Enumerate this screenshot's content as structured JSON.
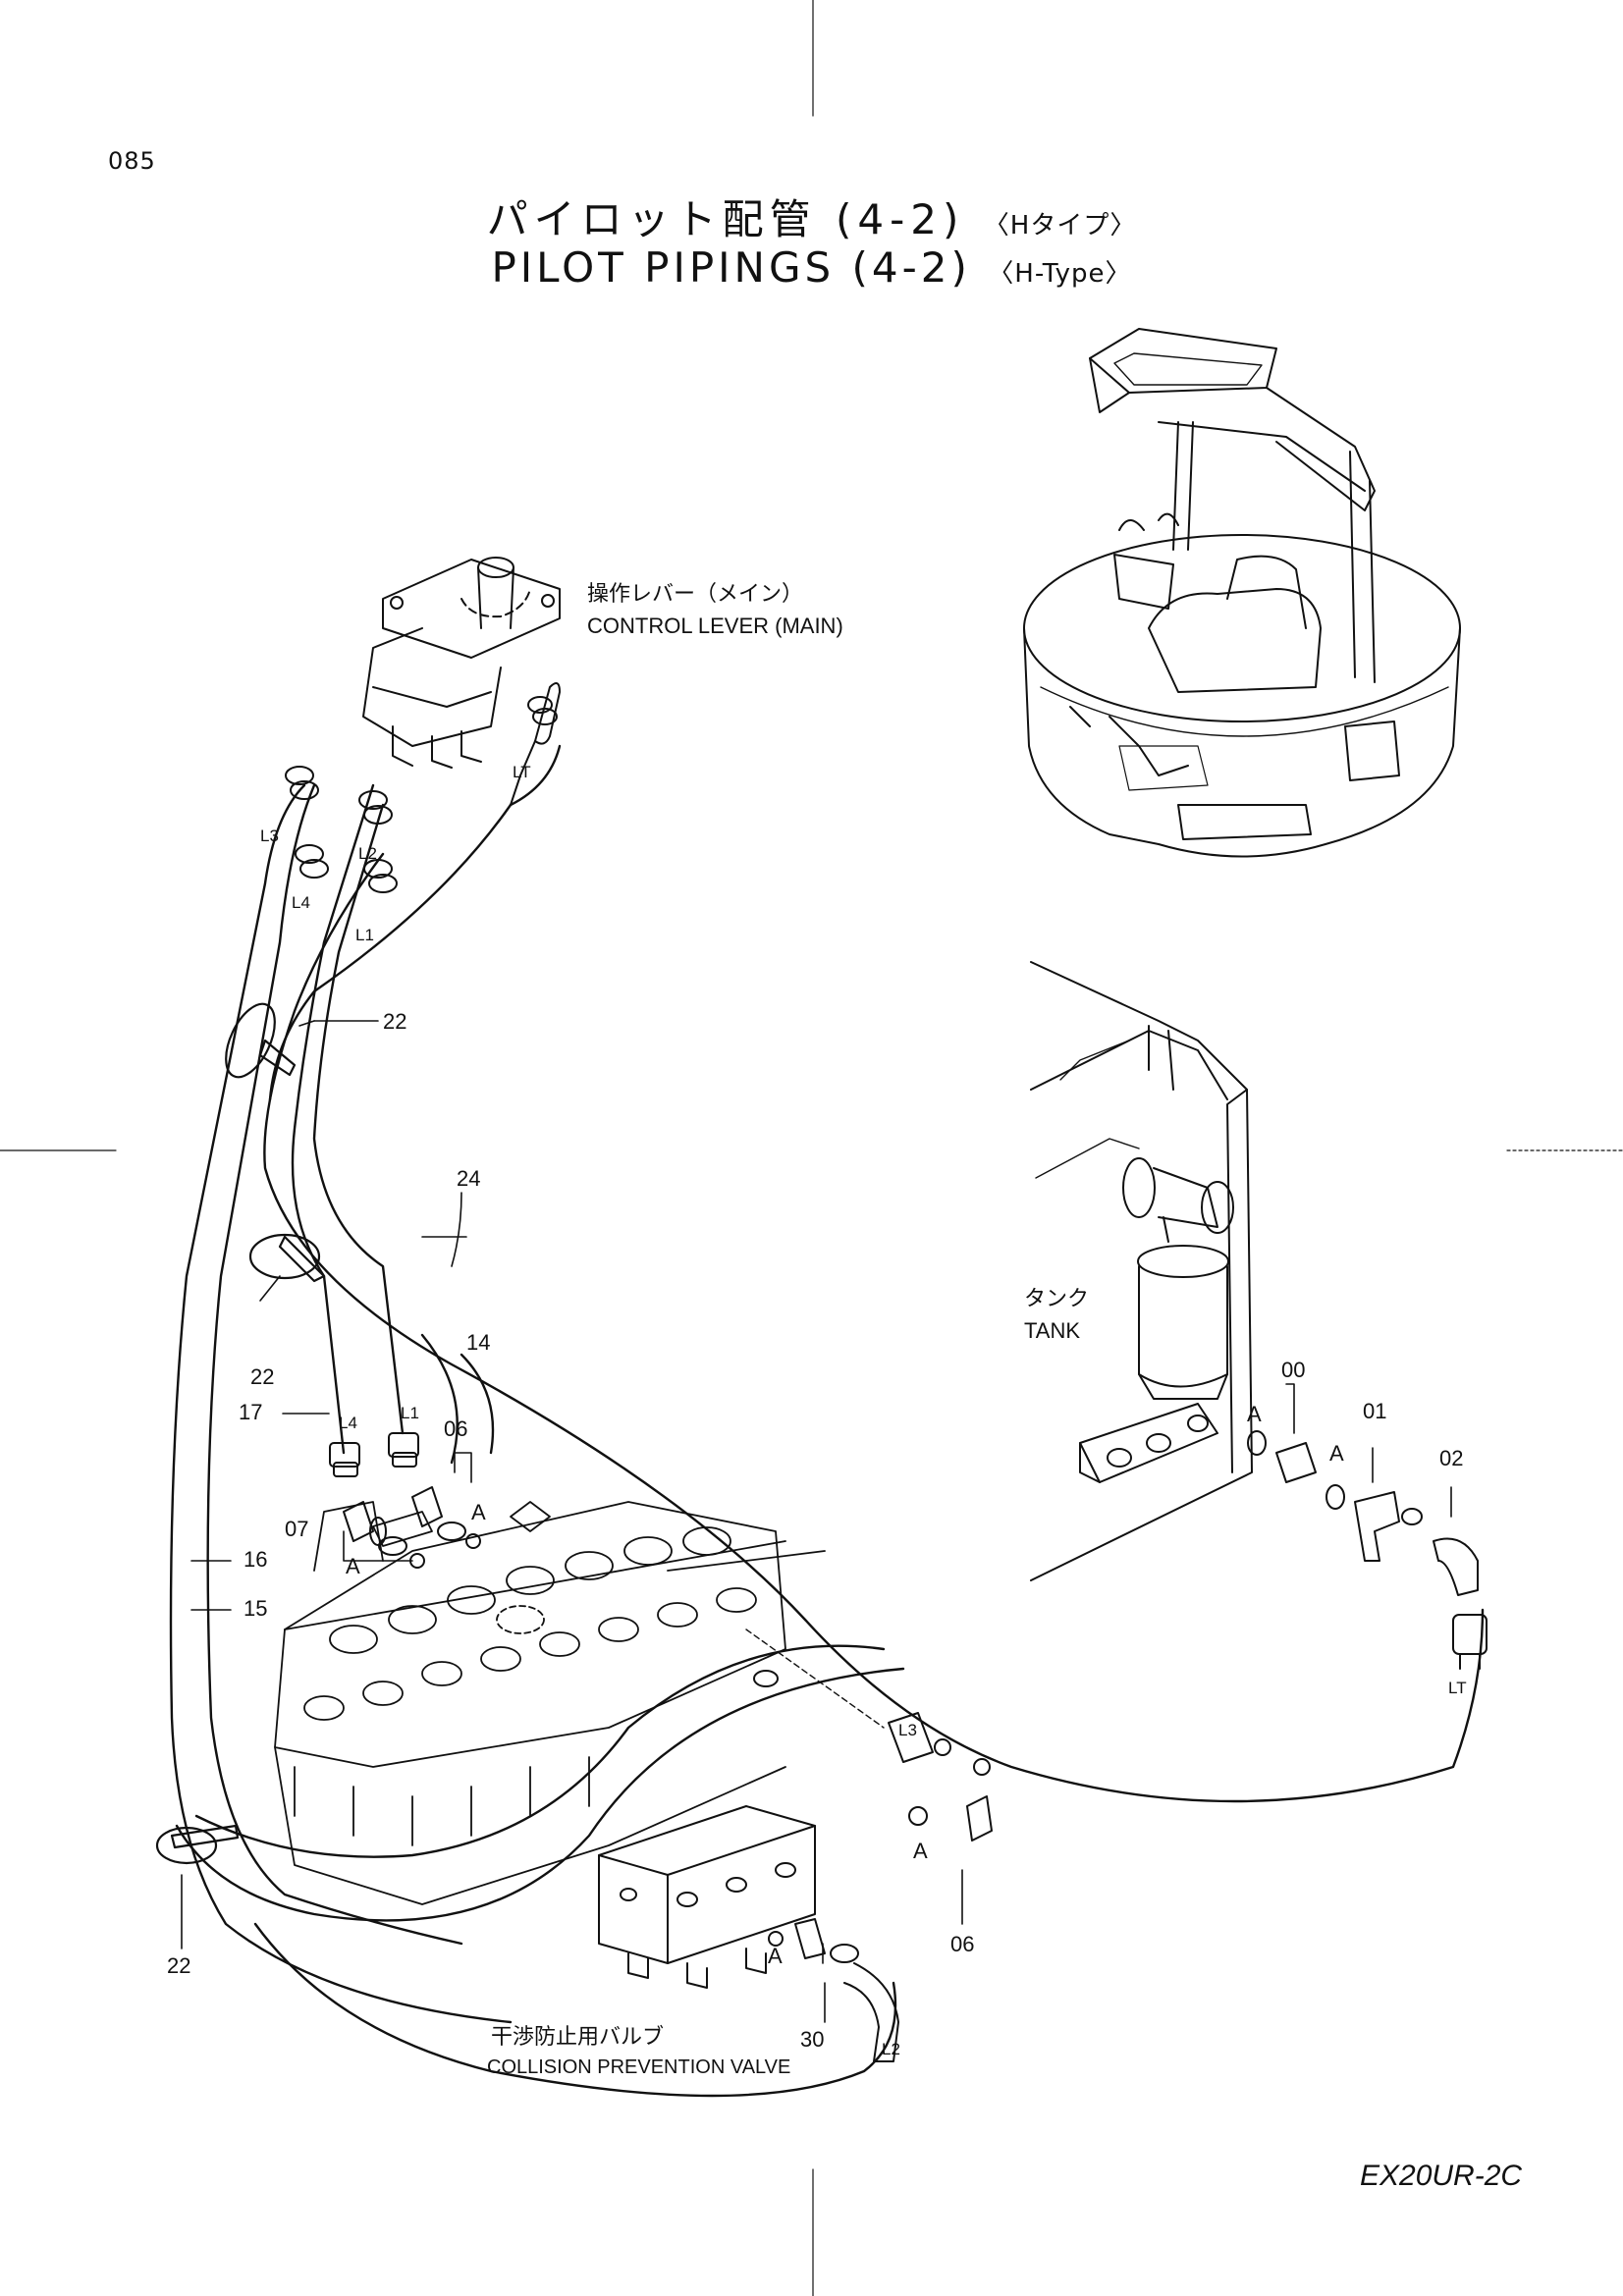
{
  "page_number": "085",
  "title": {
    "jp": "パイロット配管 (4-2)",
    "jp_suffix": "〈Hタイプ〉",
    "en": "PILOT PIPINGS (4-2)",
    "en_suffix": "〈H-Type〉"
  },
  "model": "EX20UR-2C",
  "components": {
    "control_lever_jp": "操作レバー（メイン）",
    "control_lever_en": "CONTROL LEVER (MAIN)",
    "tank_jp": "タンク",
    "tank_en": "TANK",
    "collision_valve_jp": "干渉防止用バルブ",
    "collision_valve_en": "COLLISION PREVENTION VALVE"
  },
  "part_numbers": {
    "p00": "00",
    "p01": "01",
    "p02": "02",
    "p06a": "06",
    "p06b": "06",
    "p07": "07",
    "p14": "14",
    "p15": "15",
    "p16": "16",
    "p17": "17",
    "p22a": "22",
    "p22b": "22",
    "p22c": "22",
    "p24": "24",
    "p30": "30"
  },
  "port_labels": {
    "L1a": "L1",
    "L1b": "L1",
    "L2a": "L2",
    "L2b": "L2",
    "L3a": "L3",
    "L3b": "L3",
    "L4a": "L4",
    "L4b": "L4",
    "LTa": "LT",
    "LTb": "LT"
  },
  "section_marker": "A"
}
